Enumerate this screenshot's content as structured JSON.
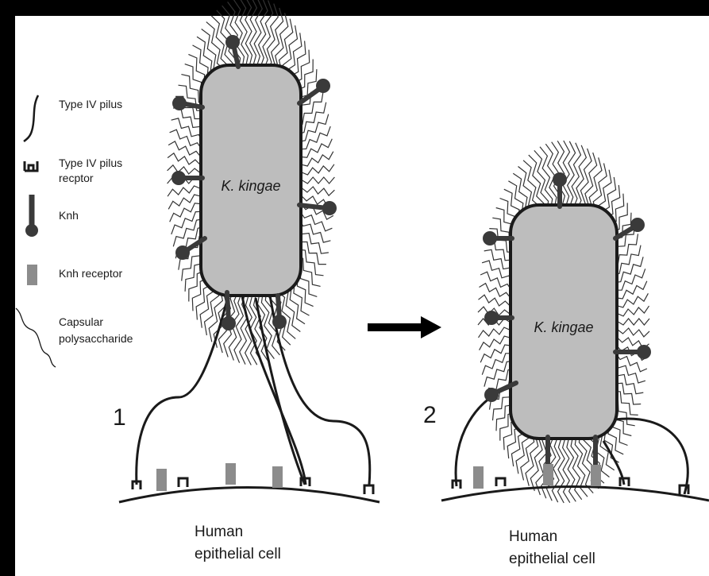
{
  "legend": {
    "items": [
      {
        "icon": "pilus-icon",
        "lines": [
          "Type IV pilus"
        ]
      },
      {
        "icon": "pilus-receptor-icon",
        "lines": [
          "Type IV pilus",
          "recptor"
        ]
      },
      {
        "icon": "knh-icon",
        "lines": [
          "Knh"
        ]
      },
      {
        "icon": "knh-receptor-icon",
        "lines": [
          "Knh receptor"
        ]
      },
      {
        "icon": "capsule-icon",
        "lines": [
          "Capsular",
          "polysaccharide"
        ]
      }
    ]
  },
  "stages": [
    {
      "number": "1",
      "bacterium_label": "K. kingae",
      "cell_label": [
        "Human",
        "epithelial cell"
      ]
    },
    {
      "number": "2",
      "bacterium_label": "K. kingae",
      "cell_label": [
        "Human",
        "epithelial cell"
      ]
    }
  ],
  "colors": {
    "background": "#000000",
    "panel": "#ffffff",
    "cell_body": "#bdbdbd",
    "outline": "#1a1a1a",
    "receptor": "#8c8c8c"
  }
}
